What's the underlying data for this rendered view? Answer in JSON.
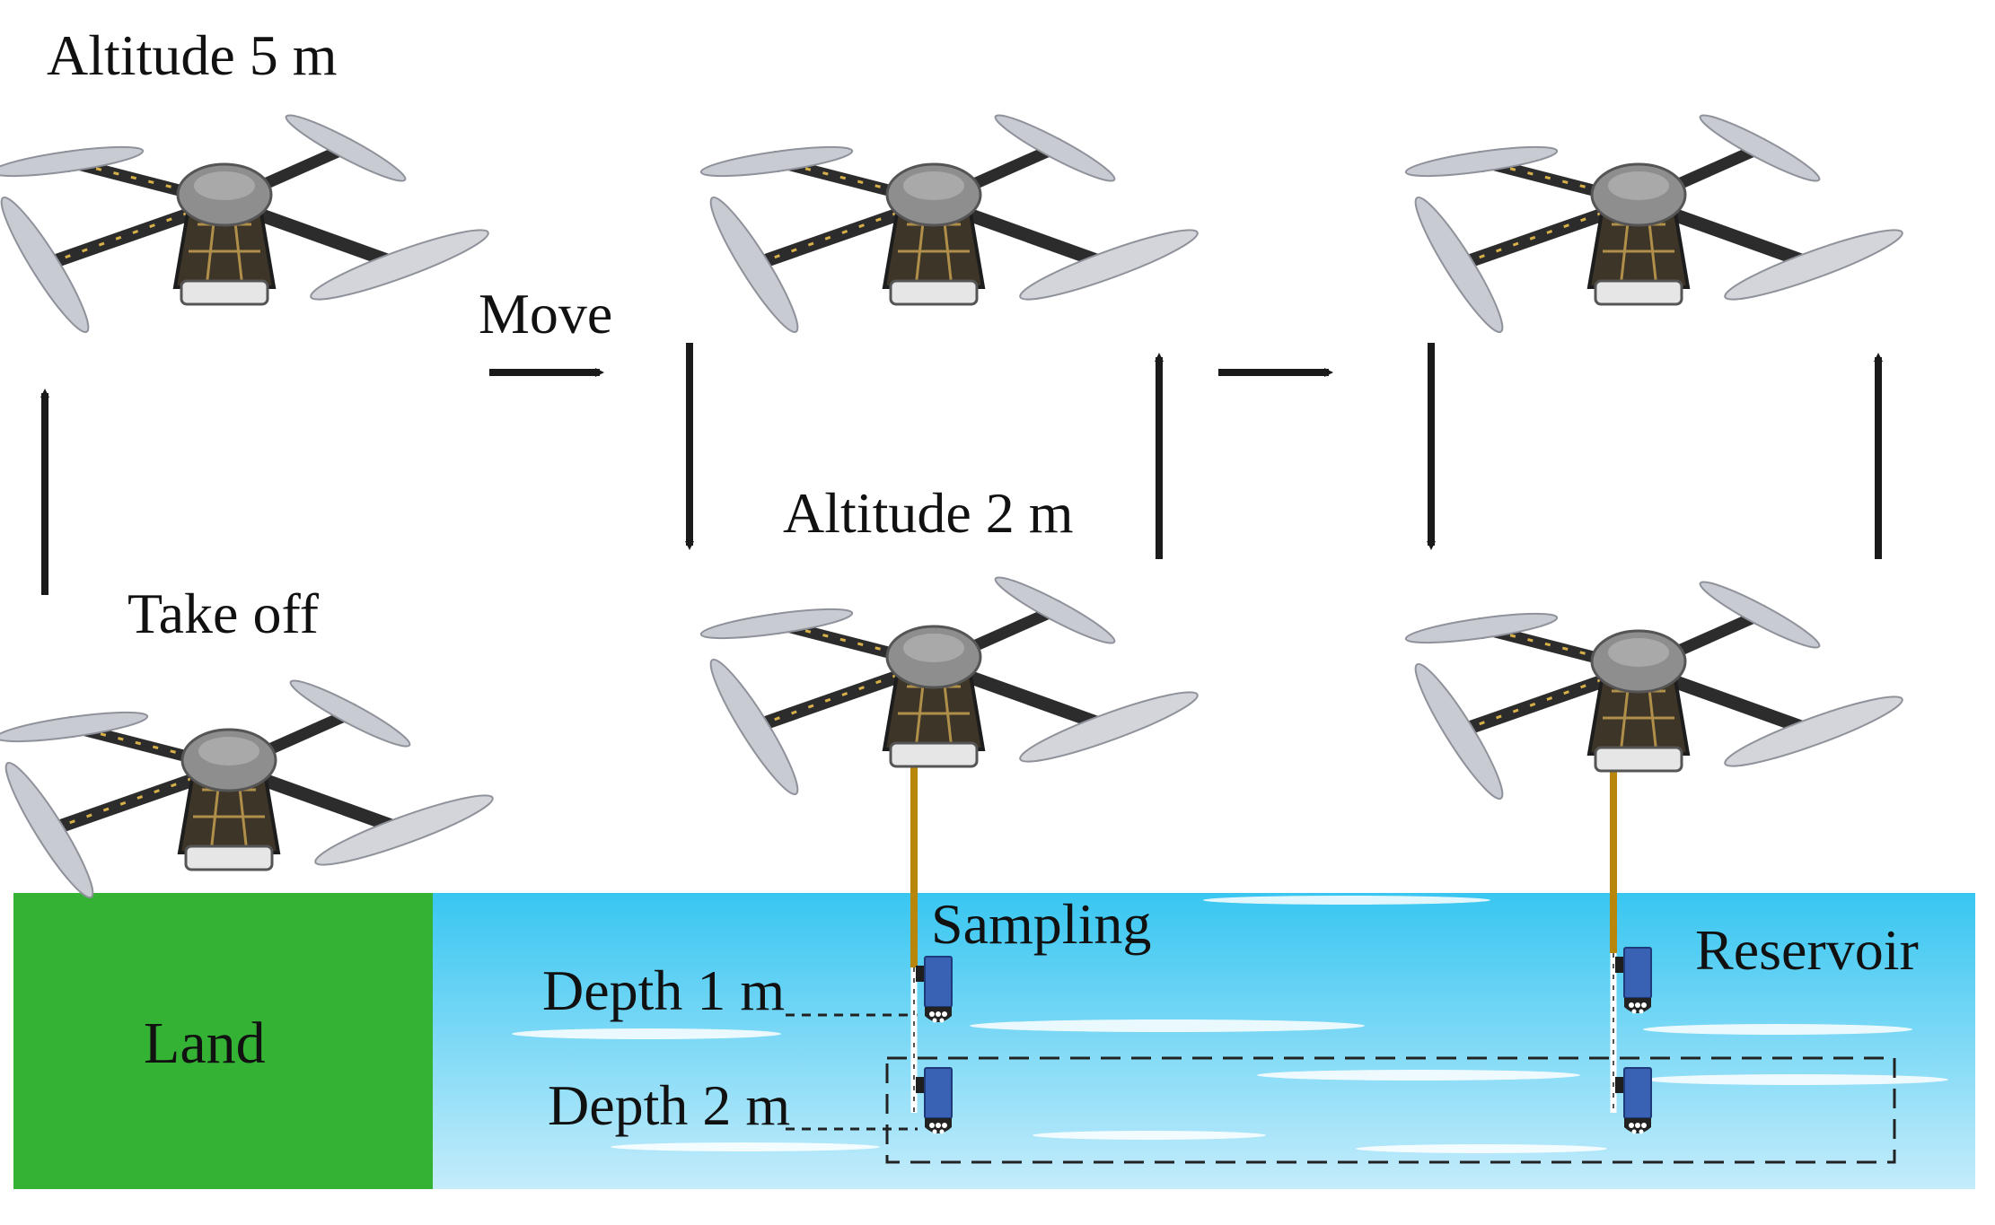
{
  "labels": {
    "altitude_high": "Altitude 5 m",
    "takeoff": "Take off",
    "move": "Move",
    "altitude_low": "Altitude 2 m",
    "sampling": "Sampling",
    "reservoir": "Reservoir",
    "land": "Land",
    "depth_1": "Depth  1 m",
    "depth_2": "Depth  2 m"
  },
  "colors": {
    "land": "#34b234",
    "water_top": "#38c6f1",
    "water_bottom": "#c4ecfb",
    "arrow": "#1a1a1a",
    "sampler_body": "#3a62b4",
    "sampler_cap": "#222222",
    "cable": "#b8860b",
    "drone_arm": "#2c2c2c",
    "drone_rotor": "#c9cbd2",
    "drone_hub": "#8e8e8e"
  },
  "icons": [
    "quadcopter-drone-icon",
    "water-sampler-icon",
    "arrow-up-icon",
    "arrow-down-icon",
    "arrow-right-icon"
  ]
}
